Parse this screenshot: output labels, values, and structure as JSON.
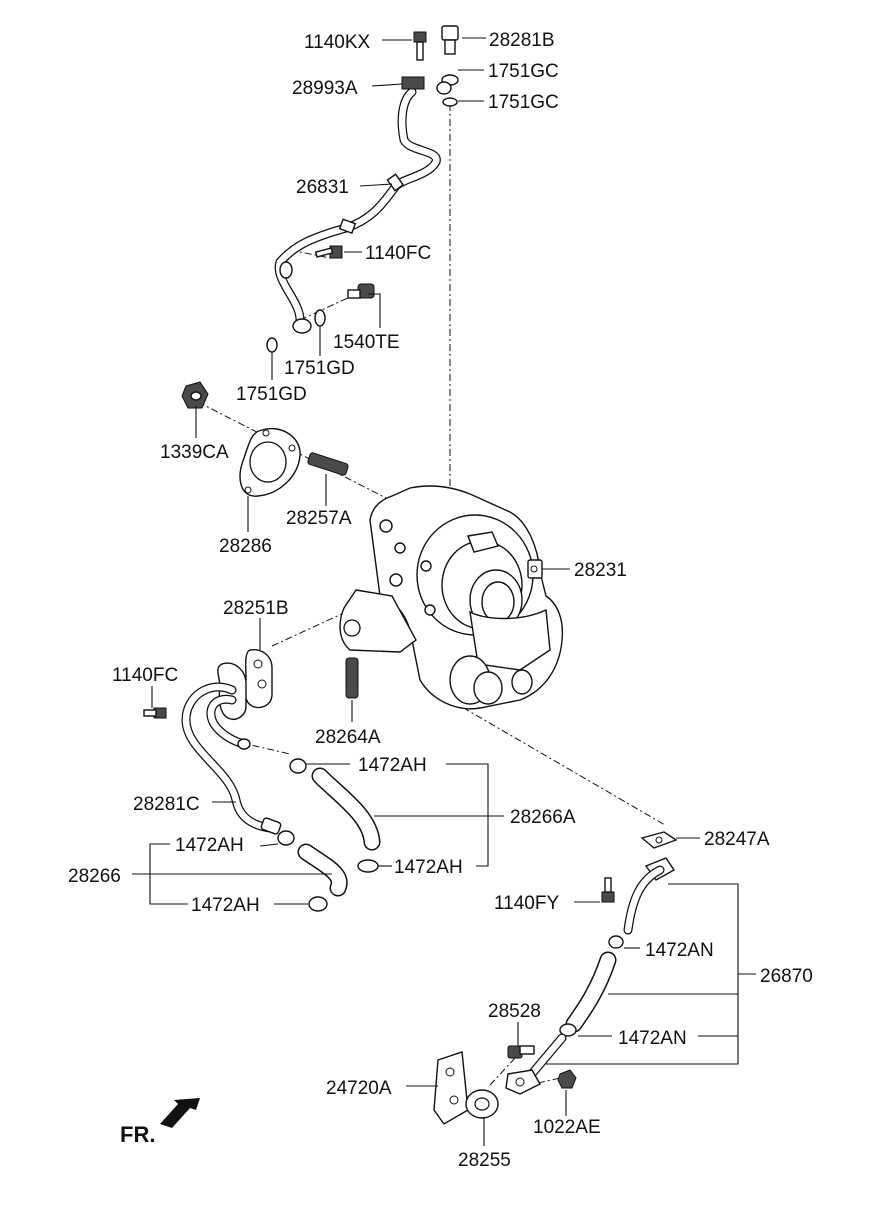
{
  "callouts": {
    "p1140KX": "1140KX",
    "p28281B": "28281B",
    "p28993A": "28993A",
    "p1751GC_a": "1751GC",
    "p1751GC_b": "1751GC",
    "p26831": "26831",
    "p1140FC_a": "1140FC",
    "p1540TE": "1540TE",
    "p1751GD_a": "1751GD",
    "p1751GD_b": "1751GD",
    "p1339CA": "1339CA",
    "p28257A": "28257A",
    "p28286": "28286",
    "p28231": "28231",
    "p28251B": "28251B",
    "p1140FC_b": "1140FC",
    "p28264A": "28264A",
    "p1472AH_a": "1472AH",
    "p28281C": "28281C",
    "p28266A": "28266A",
    "p1472AH_b": "1472AH",
    "p28266": "28266",
    "p1472AH_c": "1472AH",
    "p1472AH_d": "1472AH",
    "p28247A": "28247A",
    "p1140FY": "1140FY",
    "p1472AN_a": "1472AN",
    "p26870": "26870",
    "p28528": "28528",
    "p1472AN_b": "1472AN",
    "p24720A": "24720A",
    "p1022AE": "1022AE",
    "p28255": "28255"
  },
  "orientation": {
    "label": "FR.",
    "icon": "front-direction-arrow-icon"
  }
}
